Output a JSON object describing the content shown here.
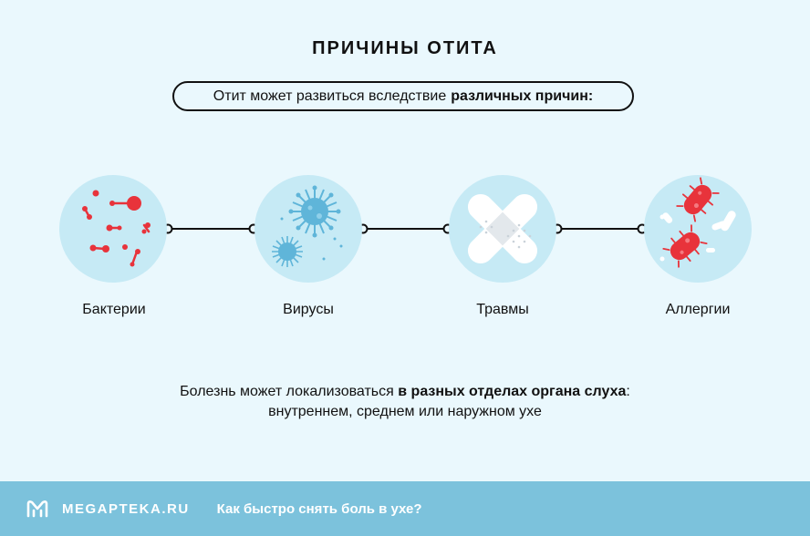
{
  "title": "ПРИЧИНЫ ОТИТА",
  "intro": {
    "text": "Отит может развиться вследствие",
    "bold": "различных причин:"
  },
  "causes": [
    {
      "label": "Бактерии",
      "icon": "bacteria-icon"
    },
    {
      "label": "Вирусы",
      "icon": "virus-icon"
    },
    {
      "label": "Травмы",
      "icon": "bandage-icon"
    },
    {
      "label": "Аллергии",
      "icon": "allergy-icon"
    }
  ],
  "bottom": {
    "text1": "Болезнь может локализоваться",
    "bold": "в разных отделах органа слуха",
    "text2": ":",
    "line2": "внутреннем, среднем или наружном ухе"
  },
  "footer": {
    "brand": "MEGAPTEKA.RU",
    "link": "Как быстро снять боль в ухе?"
  },
  "colors": {
    "background": "#eaf8fd",
    "circle": "#c6eaf5",
    "accent_red": "#e8333b",
    "virus_blue": "#5fb5d9",
    "footer": "#7cc2dc"
  }
}
